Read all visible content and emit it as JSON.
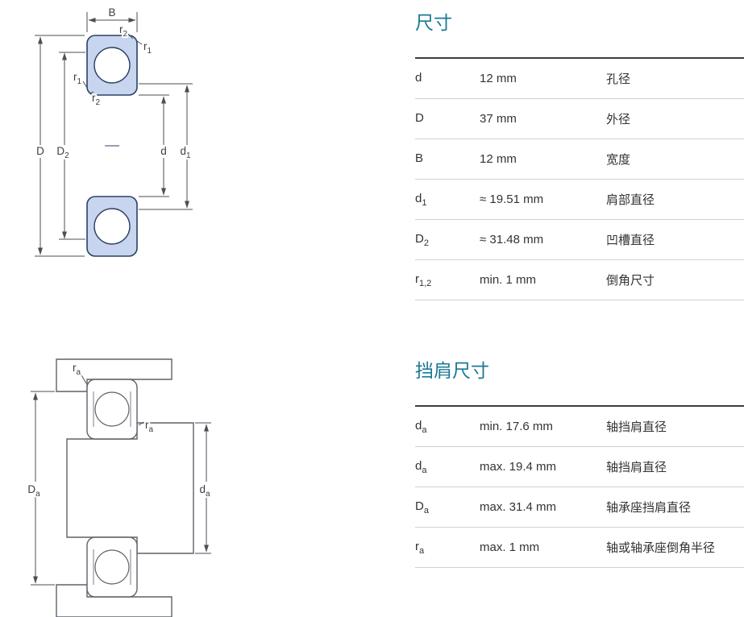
{
  "dimensions_table": {
    "title": "尺寸",
    "rows": [
      {
        "symbol": "d",
        "sub": "",
        "value": "12 mm",
        "desc": "孔径"
      },
      {
        "symbol": "D",
        "sub": "",
        "value": "37 mm",
        "desc": "外径"
      },
      {
        "symbol": "B",
        "sub": "",
        "value": "12 mm",
        "desc": "宽度"
      },
      {
        "symbol": "d",
        "sub": "1",
        "value": "≈ 19.51 mm",
        "desc": "肩部直径"
      },
      {
        "symbol": "D",
        "sub": "2",
        "value": "≈ 31.48 mm",
        "desc": "凹槽直径"
      },
      {
        "symbol": "r",
        "sub": "1,2",
        "value": "min. 1 mm",
        "desc": "倒角尺寸"
      }
    ]
  },
  "abutment_table": {
    "title": "挡肩尺寸",
    "rows": [
      {
        "symbol": "d",
        "sub": "a",
        "value": "min. 17.6 mm",
        "desc": "轴挡肩直径"
      },
      {
        "symbol": "d",
        "sub": "a",
        "value": "max. 19.4 mm",
        "desc": "轴挡肩直径"
      },
      {
        "symbol": "D",
        "sub": "a",
        "value": "max. 31.4 mm",
        "desc": "轴承座挡肩直径"
      },
      {
        "symbol": "r",
        "sub": "a",
        "value": "max. 1 mm",
        "desc": "轴或轴承座倒角半径"
      }
    ]
  },
  "diagram": {
    "labels": {
      "B": "B",
      "r": "r",
      "D": "D",
      "d": "d",
      "sub1": "1",
      "sub2": "2",
      "suba": "a"
    }
  },
  "colors": {
    "title": "#1a7a96",
    "bearing_fill": "#c7d5ee",
    "bearing_line": "#2e3f66",
    "mount_line": "#5d6269",
    "dim_line": "#4a4f55"
  }
}
